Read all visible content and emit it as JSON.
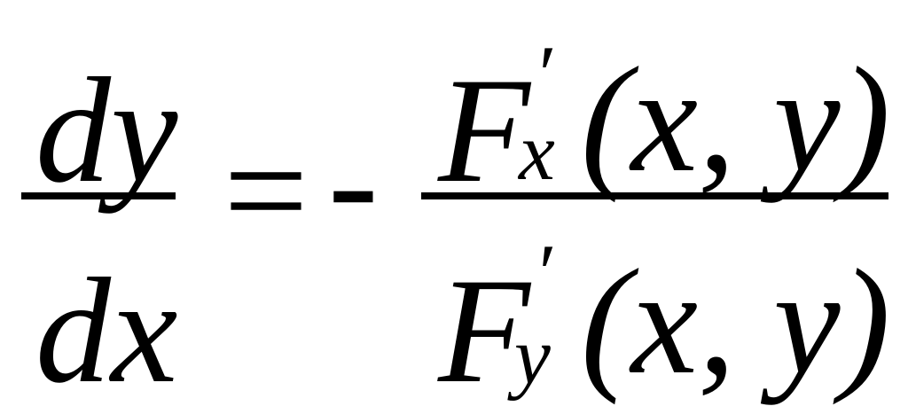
{
  "equation": {
    "lhs": {
      "numerator": "dy",
      "denominator": "dx"
    },
    "equals": "=",
    "minus": "-",
    "rhs": {
      "numerator": {
        "base": "F",
        "prime": "′",
        "subscript": "x",
        "args": "(x, y)"
      },
      "denominator": {
        "base": "F",
        "prime": "′",
        "subscript": "y",
        "args": "(x, y)"
      }
    }
  }
}
